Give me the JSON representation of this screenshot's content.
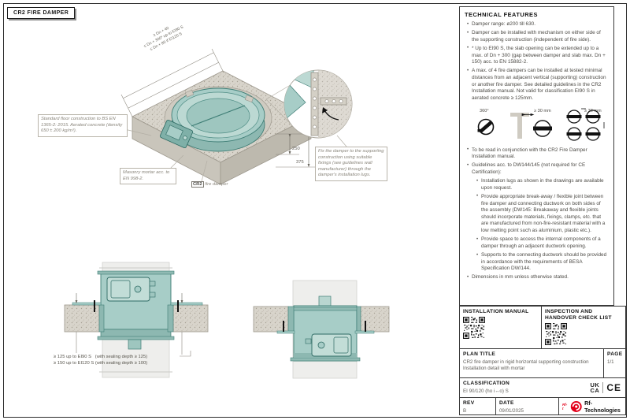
{
  "title_block": {
    "title": "CR2 FIRE DAMPER"
  },
  "drawing": {
    "callout_floor": "Standard floor construction to BS EN 1365-2: 2015. Aerated concrete (density 650 ± 200 kg/m³).",
    "callout_mortar": "Masonry mortar acc. to EN 998-2.",
    "damper_tag_bold": "CR2",
    "damper_tag_italic": "fire damper",
    "callout_fixing": "Fix the damper to the supporting construction using suitable fixings (see guidelines wall manufacturer) through the damper's installation lugs.",
    "dim_rotated_1": "≥ Dn + 40",
    "dim_rotated_2": "≤ Dn + 300* up to EI90 S",
    "dim_rotated_3": "≤ Dn + 80 if EI120 S",
    "dim_250": "250",
    "dim_375": "375",
    "note_line1": "≥ 125 up to EI90 S   (with sealing depth ≥ 125)",
    "note_line2": "≥ 150 up to EI120 S (with sealing depth ≥ 100)"
  },
  "panel": {
    "header": "TECHNICAL FEATURES",
    "features": [
      "Damper range: ø200 till 630.",
      "Damper can be installed with mechanism on either side of the supporting construction (independent of fire side).",
      "* Up to EI90 S, the slab opening can be extended up to a max. of Dn + 300 (gap between damper and slab max. Dn + 150) acc. to EN 15882-2.",
      "A max. of 4 fire dampers can be installed at tested minimal distances from an adjacent vertical (supporting) construction or another fire damper. See detailed guidelines in the CR2 Installation manual. Not valid for classification EI90 S in aerated concrete ≥ 125mm."
    ],
    "icons": {
      "deg360": "360°",
      "wall_gap": "≥ 30 mm",
      "cluster_gap": "≥ 30 mm"
    },
    "notes": [
      "To be read in conjunction with the CR2 Fire Damper Installation manual.",
      "Guidelines acc. to DW144/145 (not required for CE Certification):"
    ],
    "sub_notes": [
      "Installation lugs as shown in the drawings are available upon request.",
      "Provide appropriate break-away / flexible joint between fire damper and connecting ductwork on both sides of the assembly (DW145: Breakaway and flexible joints should incorporate materials, fixings, clamps, etc. that are manufactured from non-fire-resistant material with a low melting point such as aluminium, plastic etc.).",
      "Provide space to access the internal components of a damper through an adjacent ductwork opening.",
      "Supports to the connecting ductwork should be provided in accordance with the requirements of BESA Specification DW/144."
    ],
    "dimensions_note": "Dimensions in mm unless otherwise stated."
  },
  "docs": {
    "installation_manual": "INSTALLATION MANUAL",
    "inspection": "INSPECTION AND HANDOVER CHECK LIST"
  },
  "plan": {
    "label": "PLAN TITLE",
    "page_label": "PAGE",
    "page": "1/1",
    "title_line1": "CR2 fire damper in rigid horizontal supporting construction",
    "title_line2": "Installation detail with mortar"
  },
  "classification": {
    "label": "CLASSIFICATION",
    "value": "EI 90/120 (ho i↔o) S",
    "ukca_line1": "UK",
    "ukca_line2": "CA",
    "ce": "CE"
  },
  "revision": {
    "rev_label": "REV",
    "rev": "B",
    "date_label": "DATE",
    "date": "09/01/2025"
  },
  "brand": {
    "short": "Rf-t",
    "name": "Rf-Technologies"
  },
  "colors": {
    "damper_teal": "#a7cdc7",
    "damper_teal_dark": "#3f7e76",
    "concrete": "#d8d4cb",
    "brand_red": "#e2001a"
  }
}
